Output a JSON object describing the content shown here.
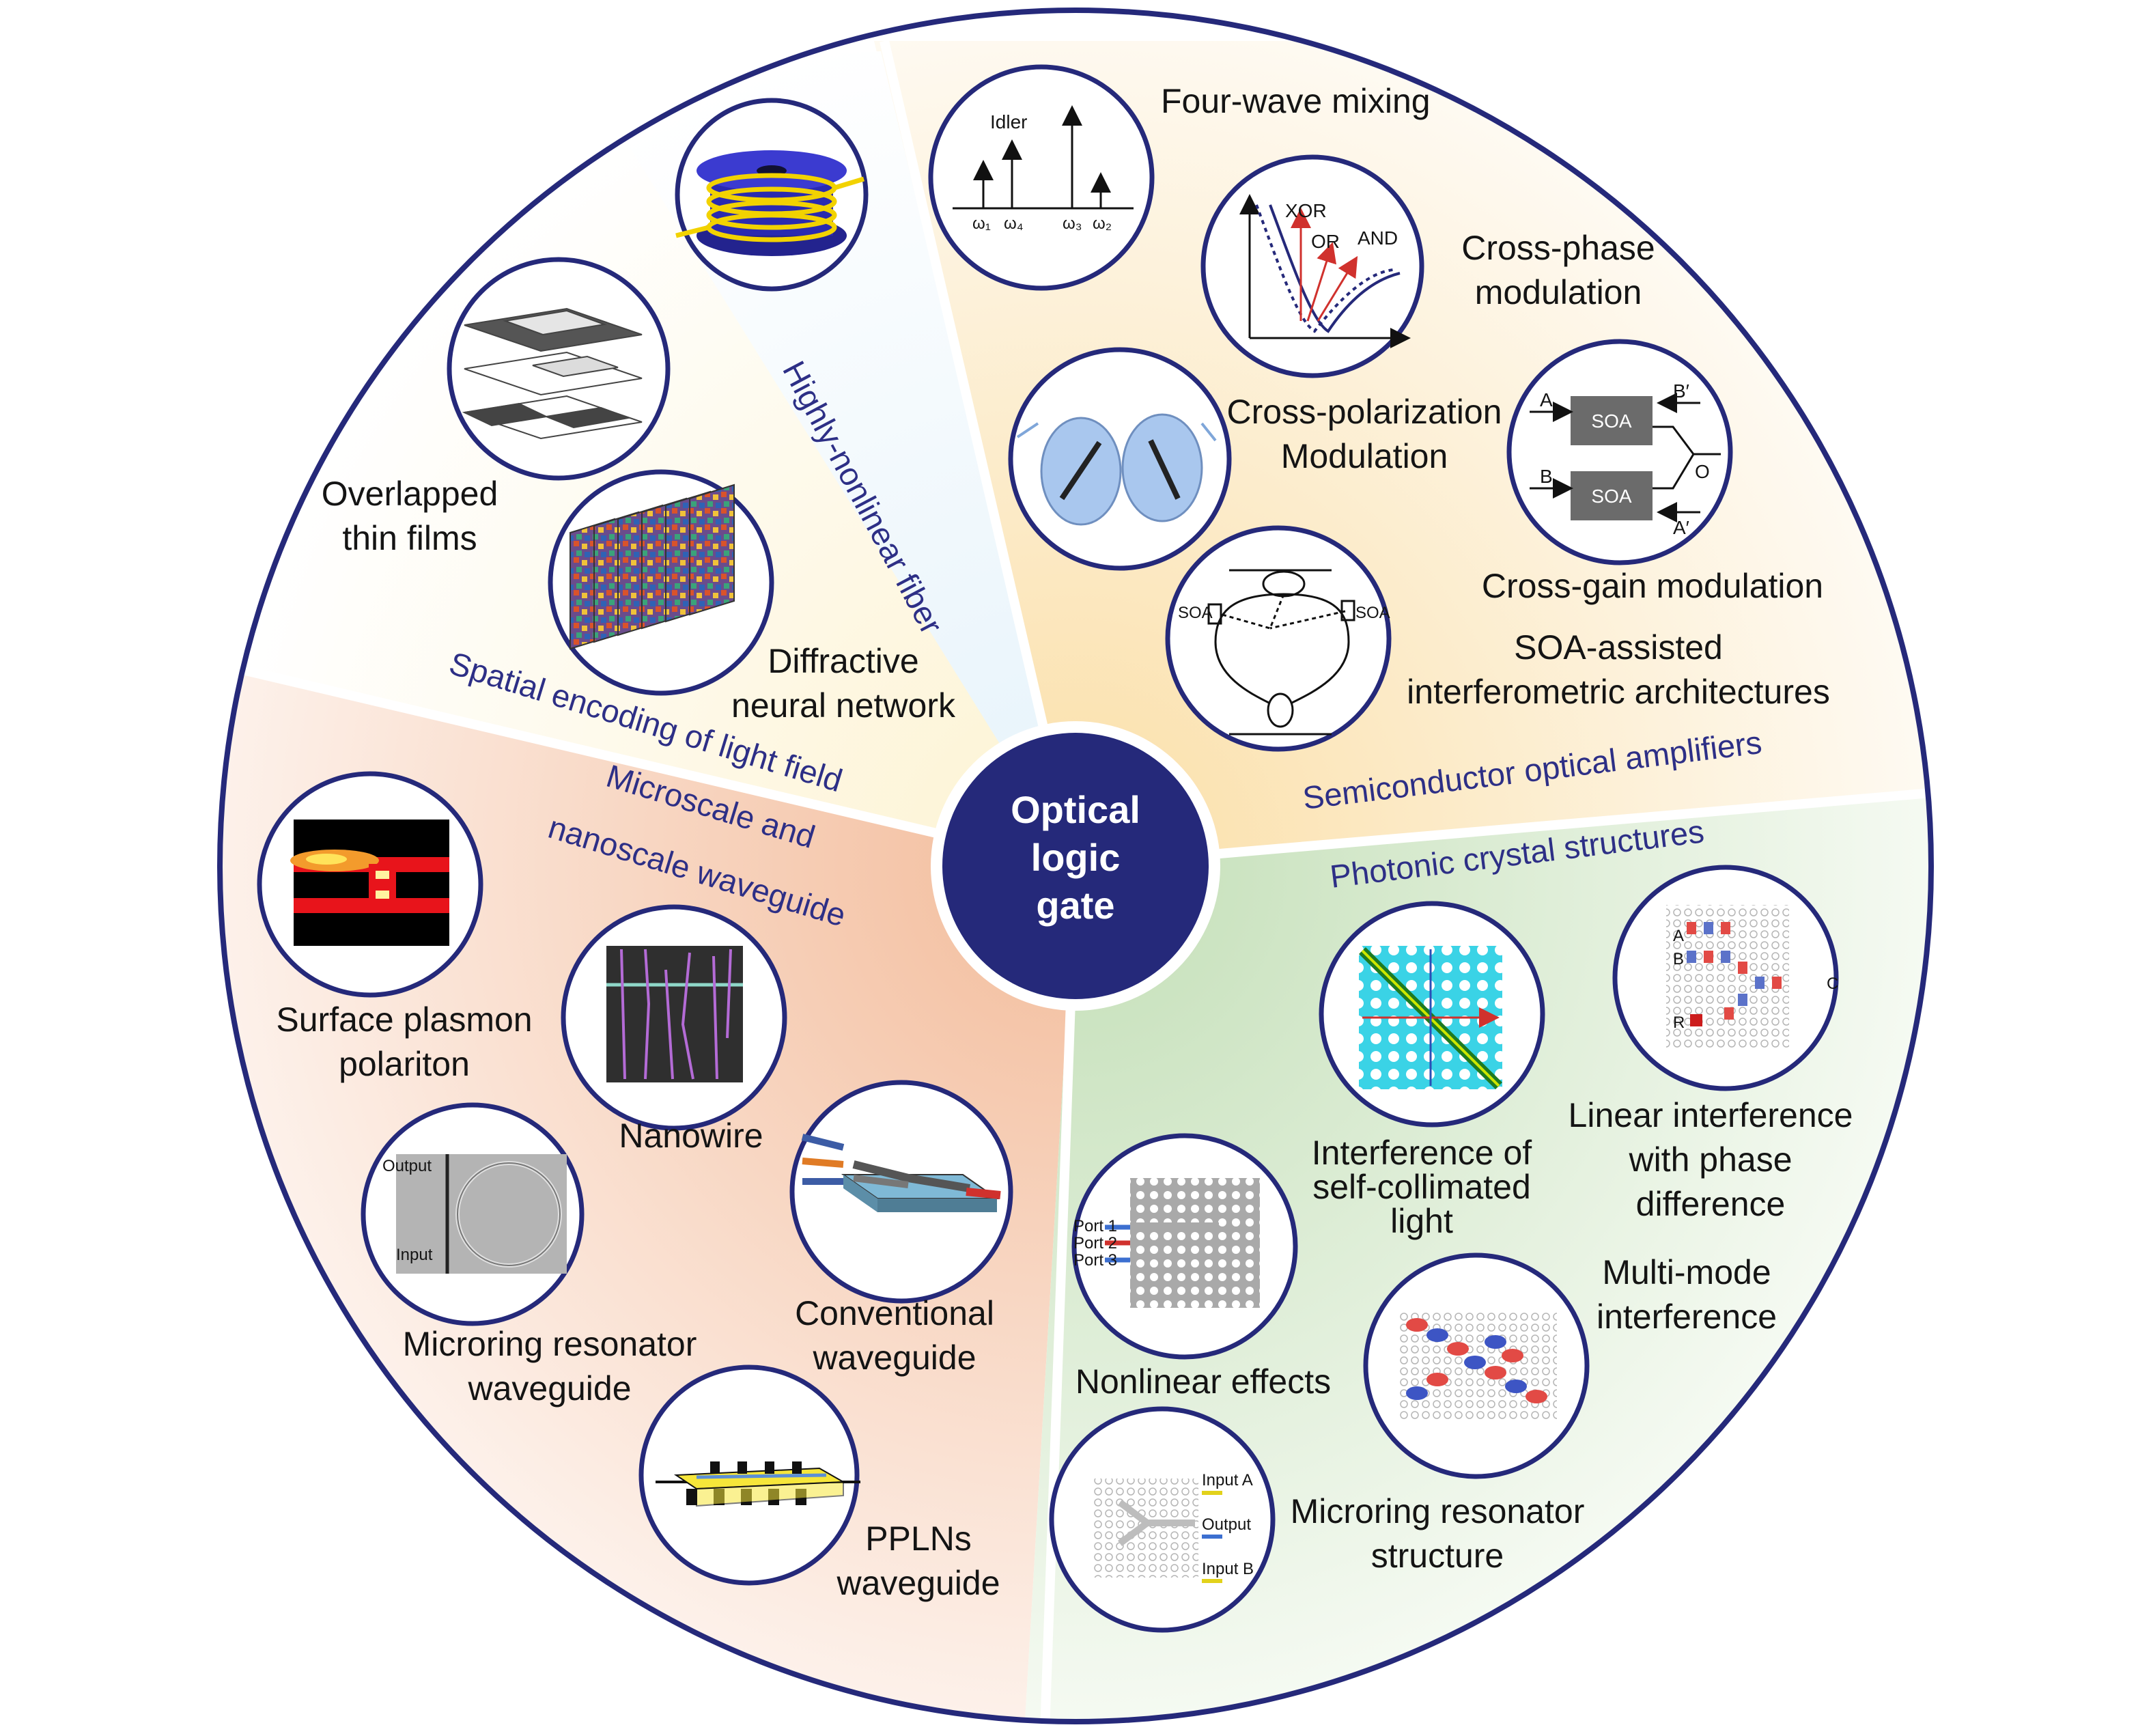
{
  "colors": {
    "navy": "#25297a",
    "label_blue": "#2d2f86",
    "orange_sector": "#f7d9c8",
    "yellow_sector": "#fdf1d8",
    "green_sector": "#dcebd5",
    "blue_sector": "#d6ecf7"
  },
  "center": {
    "line1": "Optical",
    "line2": "logic",
    "line3": "gate"
  },
  "categories": {
    "hnlf": "Highly-nonlinear fiber",
    "spatial": "Spatial encoding of light field",
    "micro_line1": "Microscale and",
    "micro_line2": "nanoscale waveguide",
    "soa": "Semiconductor optical amplifiers",
    "pc": "Photonic crystal structures"
  },
  "items": {
    "fwm": "Four-wave mixing",
    "xpm_line1": "Cross-phase",
    "xpm_line2": "modulation",
    "xpolm_line1": "Cross-polarization",
    "xpolm_line2": "Modulation",
    "xgm": "Cross-gain modulation",
    "soa_interf_line1": "SOA-assisted",
    "soa_interf_line2": "interferometric architectures",
    "films_line1": "Overlapped",
    "films_line2": "thin films",
    "dnn_line1": "Diffractive",
    "dnn_line2": "neural network",
    "spp_line1": "Surface plasmon",
    "spp_line2": "polariton",
    "nanowire": "Nanowire",
    "mrr_wg_line1": "Microring resonator",
    "mrr_wg_line2": "waveguide",
    "conv_line1": "Conventional",
    "conv_line2": "waveguide",
    "ppln_line1": "PPLNs",
    "ppln_line2": "waveguide",
    "scl_line1": "Interference of",
    "scl_line2": "self-collimated",
    "scl_line3": "light",
    "lin_line1": "Linear interference",
    "lin_line2": "with phase",
    "lin_line3": "difference",
    "nonlin": "Nonlinear effects",
    "mmi_line1": "Multi-mode",
    "mmi_line2": "interference",
    "mrr_s_line1": "Microring resonator",
    "mrr_s_line2": "structure"
  },
  "insets": {
    "fwm": {
      "idler": "Idler",
      "w1": "ω₁",
      "w4": "ω₄",
      "w3": "ω₃",
      "w2": "ω₂"
    },
    "xpm": {
      "xor": "XOR",
      "or": "OR",
      "and": "AND"
    },
    "xgm": {
      "a": "A",
      "b": "B",
      "a_prime": "A′",
      "b_prime": "B′",
      "o": "O",
      "soa1": "SOA",
      "soa2": "SOA"
    },
    "soa_interf": {
      "soa_left": "SOA",
      "soa_right": "SOA"
    },
    "mrr_wg": {
      "output": "Output",
      "input": "Input"
    },
    "lin": {
      "a": "A",
      "b": "B",
      "c": "C",
      "r": "R"
    },
    "nonlin": {
      "port1": "Port 1",
      "port2": "Port 2",
      "port3": "Port 3"
    },
    "mrr_s": {
      "input_a": "Input A",
      "output": "Output",
      "input_b": "Input B"
    }
  }
}
